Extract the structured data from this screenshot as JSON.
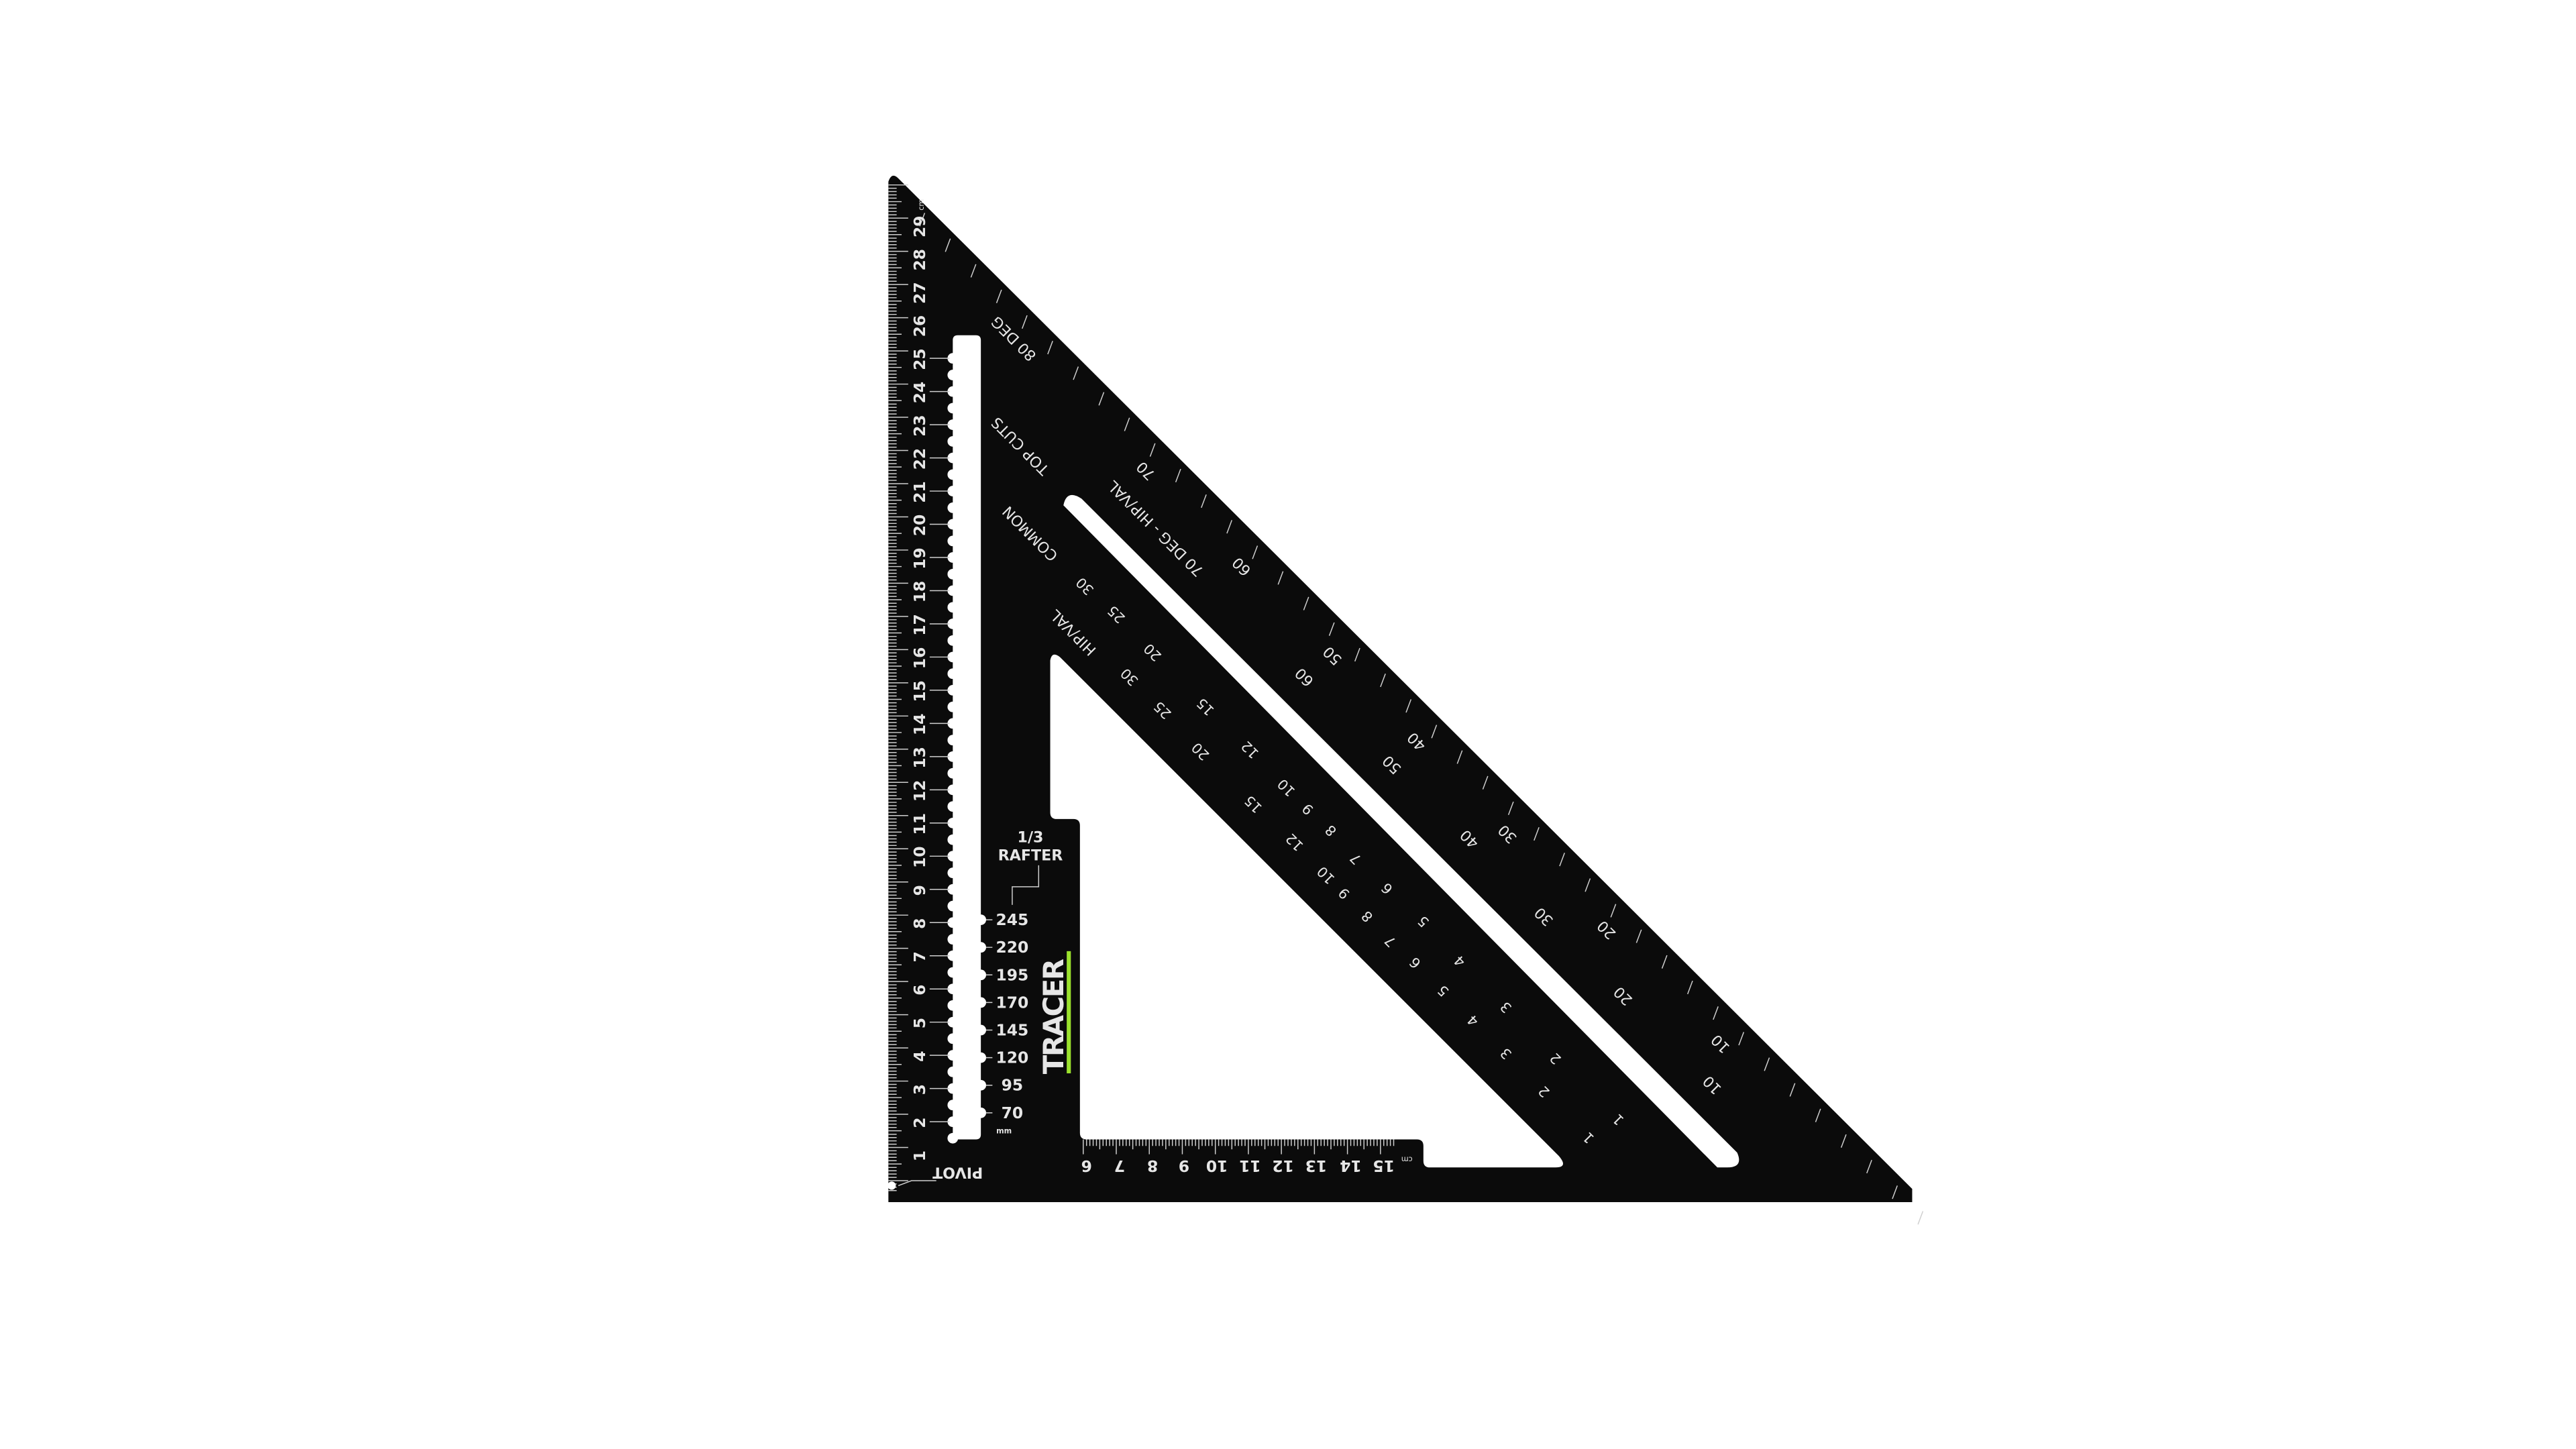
{
  "product": {
    "brand_logo": "TRACER",
    "colors": {
      "body": "#0b0b0b",
      "print": "#e6e6e6",
      "brand_accent": "#9be22d",
      "background": "#ffffff"
    }
  },
  "left_ruler": {
    "numbers": [
      "1",
      "2",
      "3",
      "4",
      "5",
      "6",
      "7",
      "8",
      "9",
      "10",
      "11",
      "12",
      "13",
      "14",
      "15",
      "16",
      "17",
      "18",
      "19",
      "20",
      "21",
      "22",
      "23",
      "24",
      "25",
      "26",
      "27",
      "28",
      "29"
    ],
    "unit": "cm"
  },
  "bottom_ruler": {
    "numbers": [
      "6",
      "7",
      "8",
      "9",
      "10",
      "11",
      "12",
      "13",
      "14",
      "15"
    ],
    "unit": "cm"
  },
  "pivot_label": "PIVOT",
  "rafter": {
    "title_line1": "1/3",
    "title_line2": "RAFTER",
    "values": [
      "245",
      "220",
      "195",
      "170",
      "145",
      "120",
      "95",
      "70"
    ],
    "unit": "mm"
  },
  "labels": {
    "deg80": "80 DEG",
    "deg70_hip": "70 DEG - HIP/VAL",
    "top_cuts": "TOP CUTS",
    "common": "COMMON",
    "hip_val": "HIP/VAL"
  },
  "outer_degree_scale": [
    "70",
    "60",
    "50",
    "40",
    "30",
    "20",
    "10"
  ],
  "inner_degree_scale": [
    "60",
    "50",
    "40",
    "30",
    "20",
    "10"
  ],
  "common_scale": [
    "30",
    "25",
    "20",
    "15",
    "12",
    "10",
    "9",
    "8",
    "7",
    "6",
    "5",
    "4",
    "3",
    "2",
    "1"
  ],
  "hip_val_scale": [
    "30",
    "25",
    "20",
    "15",
    "12",
    "10",
    "9",
    "8",
    "7",
    "6",
    "5",
    "4",
    "3",
    "2",
    "1"
  ]
}
